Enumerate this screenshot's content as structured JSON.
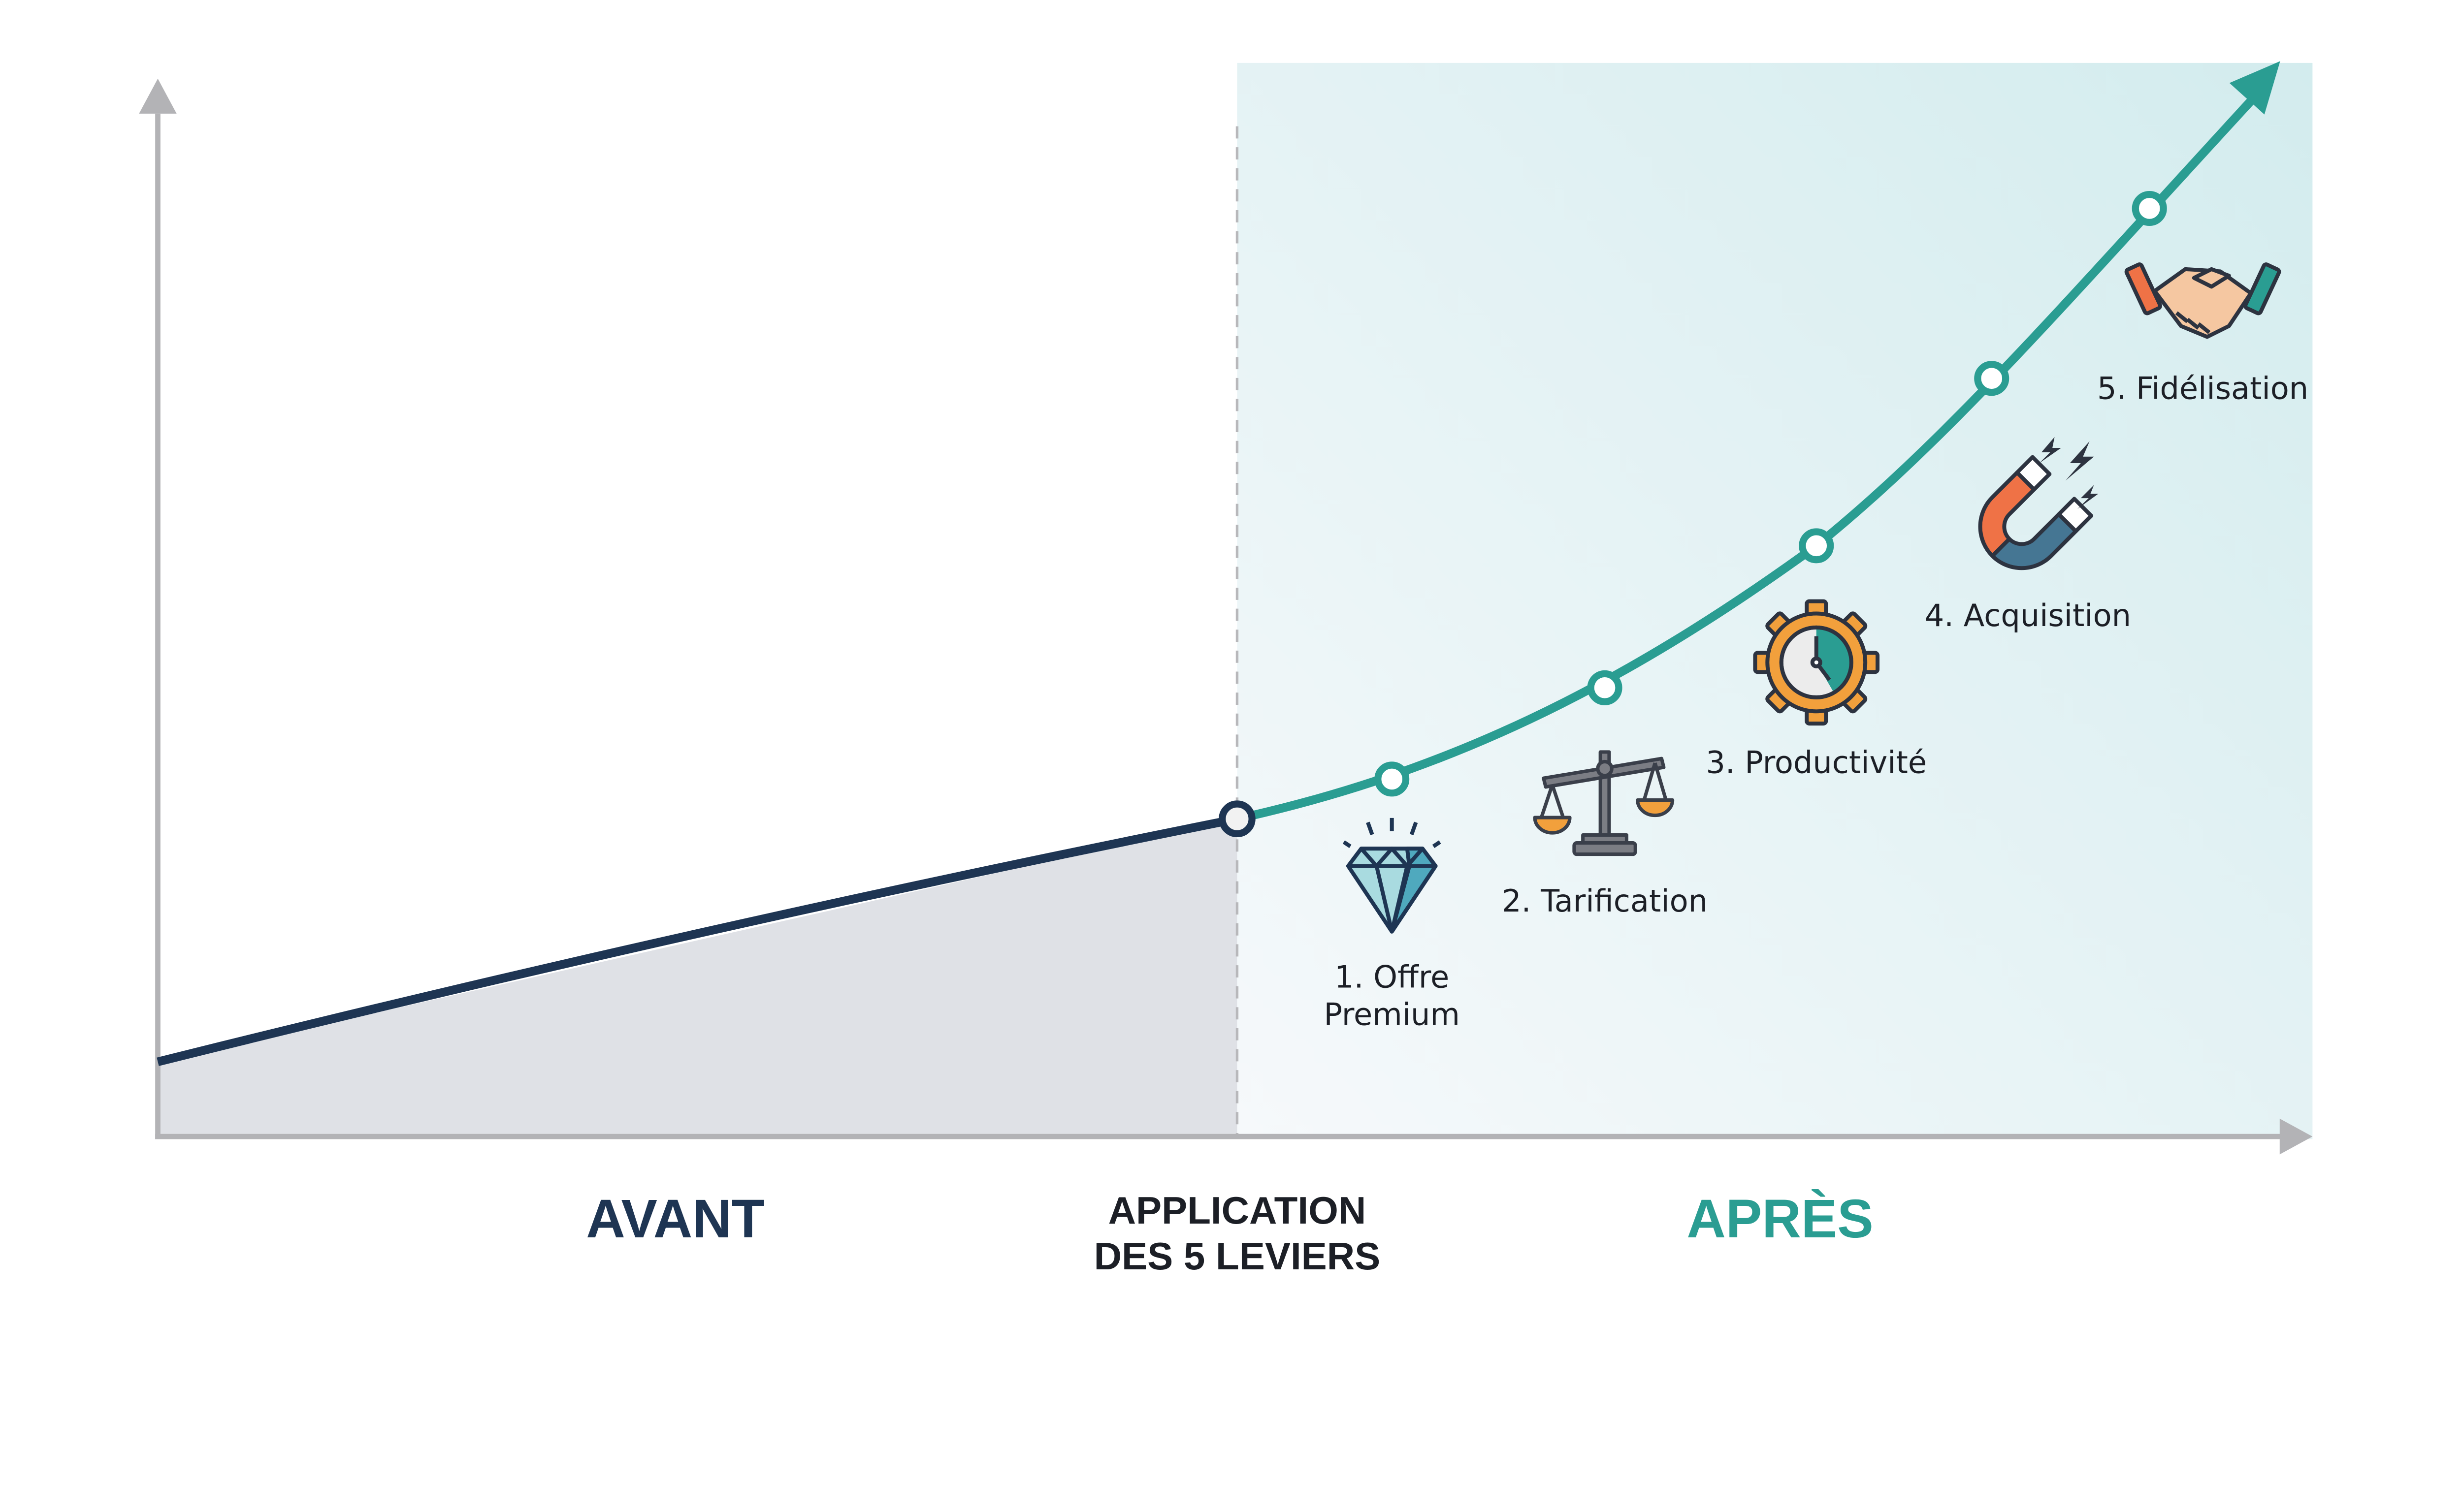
{
  "labels": {
    "before": "AVANT",
    "application_line1": "APPLICATION",
    "application_line2": "DES 5 LEVIERS",
    "after": "APRÈS"
  },
  "levers": [
    {
      "line1": "1. Offre",
      "line2": "Premium",
      "icon": "diamond-icon"
    },
    {
      "line1": "2. Tarification",
      "icon": "scale-icon"
    },
    {
      "line1": "3. Productivité",
      "icon": "gear-clock-icon"
    },
    {
      "line1": "4. Acquisition",
      "icon": "magnet-icon"
    },
    {
      "line1": "5. Fidélisation",
      "icon": "handshake-icon"
    }
  ],
  "colors": {
    "before": "#1e3553",
    "after": "#2a9d92",
    "axis": "#b3b3b6",
    "orange": "#f2a03c"
  }
}
